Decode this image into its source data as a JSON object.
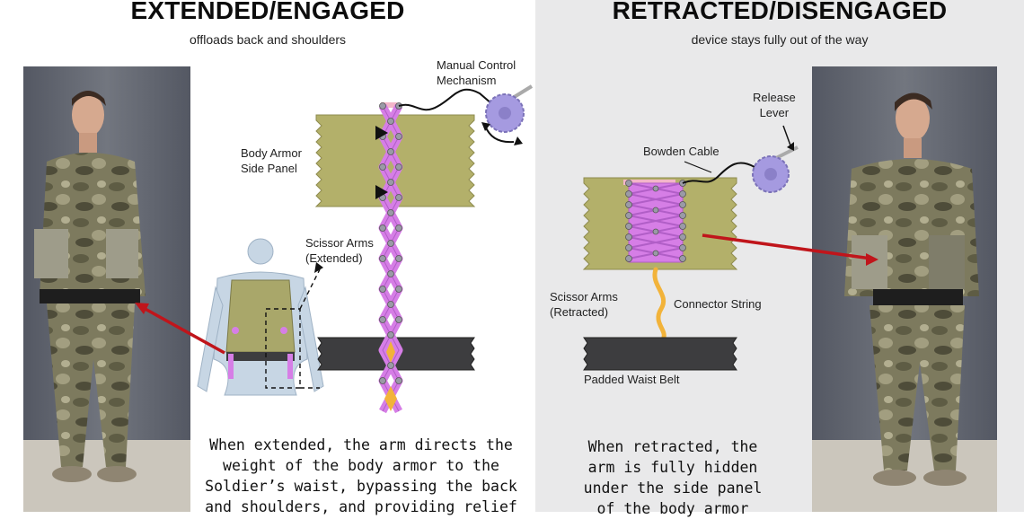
{
  "left": {
    "title": "EXTENDED/ENGAGED",
    "subtitle": "offloads back and shoulders",
    "labels": {
      "manual_control_line1": "Manual Control",
      "manual_control_line2": "Mechanism",
      "body_armor_line1": "Body Armor",
      "body_armor_line2": "Side Panel",
      "scissor_line1": "Scissor Arms",
      "scissor_line2": "(Extended)"
    },
    "caption_lines": [
      "When extended, the arm directs the",
      "weight of the body armor to the",
      "Soldier’s waist, bypassing the back",
      "and shoulders, and providing relief"
    ]
  },
  "right": {
    "title": "RETRACTED/DISENGAGED",
    "subtitle": "device stays fully out of the way",
    "labels": {
      "release_line1": "Release",
      "release_line2": "Lever",
      "bowden": "Bowden Cable",
      "scissor_line1": "Scissor Arms",
      "scissor_line2": "(Retracted)",
      "connector": "Connector String",
      "waist_belt": "Padded Waist Belt"
    },
    "caption_lines": [
      "When retracted, the",
      "arm is fully hidden",
      "under the side panel",
      "of the body armor"
    ]
  },
  "colors": {
    "panel": "#b3b06a",
    "scissor": "#d67ee6",
    "belt": "#3d3d3f",
    "knob": "#a59ae0",
    "pointer": "#c0151b",
    "string": "#f2b33a"
  }
}
